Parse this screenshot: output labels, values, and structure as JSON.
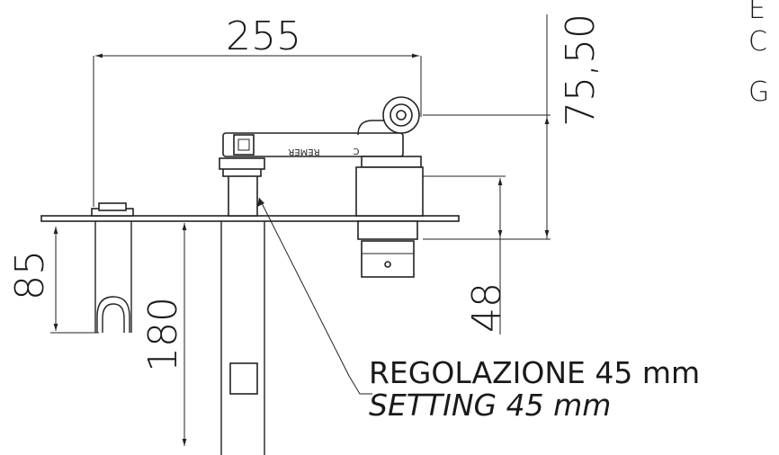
{
  "dimensions": {
    "width": "255",
    "height": "75,50",
    "depth_left": "85",
    "depth_total": "180",
    "adjust_right": "48"
  },
  "callout": {
    "line_it": "REGOLAZIONE 45 mm",
    "line_en": "SETTING 45 mm"
  },
  "brand_mark": {
    "logo": "C",
    "name": "REMER"
  },
  "corner_text": [
    "E",
    "C",
    "G"
  ]
}
